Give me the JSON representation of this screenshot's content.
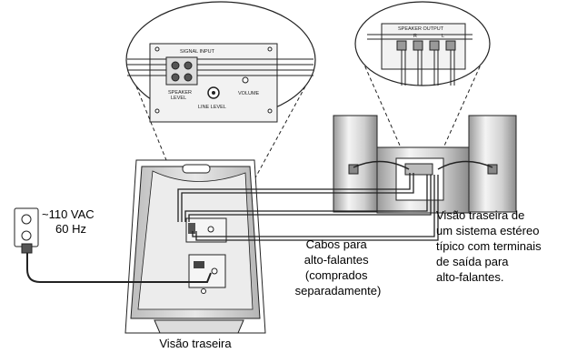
{
  "labels": {
    "power": "~110 VAC\n60 Hz",
    "cables": "Cabos para\nalto-falantes\n(comprados\nseparadamente)",
    "stereo": "Visão traseira de\num sistema estéreo\ntípico com terminais\nde saída para\nalto-falantes.",
    "subwoofer": "Visão traseira",
    "signal_input": "SIGNAL INPUT",
    "speaker_level": "SPEAKER\nLEVEL",
    "line_level": "LINE LEVEL",
    "volume": "VOLUME",
    "speaker_output": "SPEAKER OUTPUT",
    "output_r": "R",
    "output_l": "L"
  },
  "colors": {
    "line": "#222222",
    "cabinet_fill": "#d9d9d9",
    "speaker_fill": "#cfcfcf",
    "panel_fill": "#f2f2f2"
  }
}
